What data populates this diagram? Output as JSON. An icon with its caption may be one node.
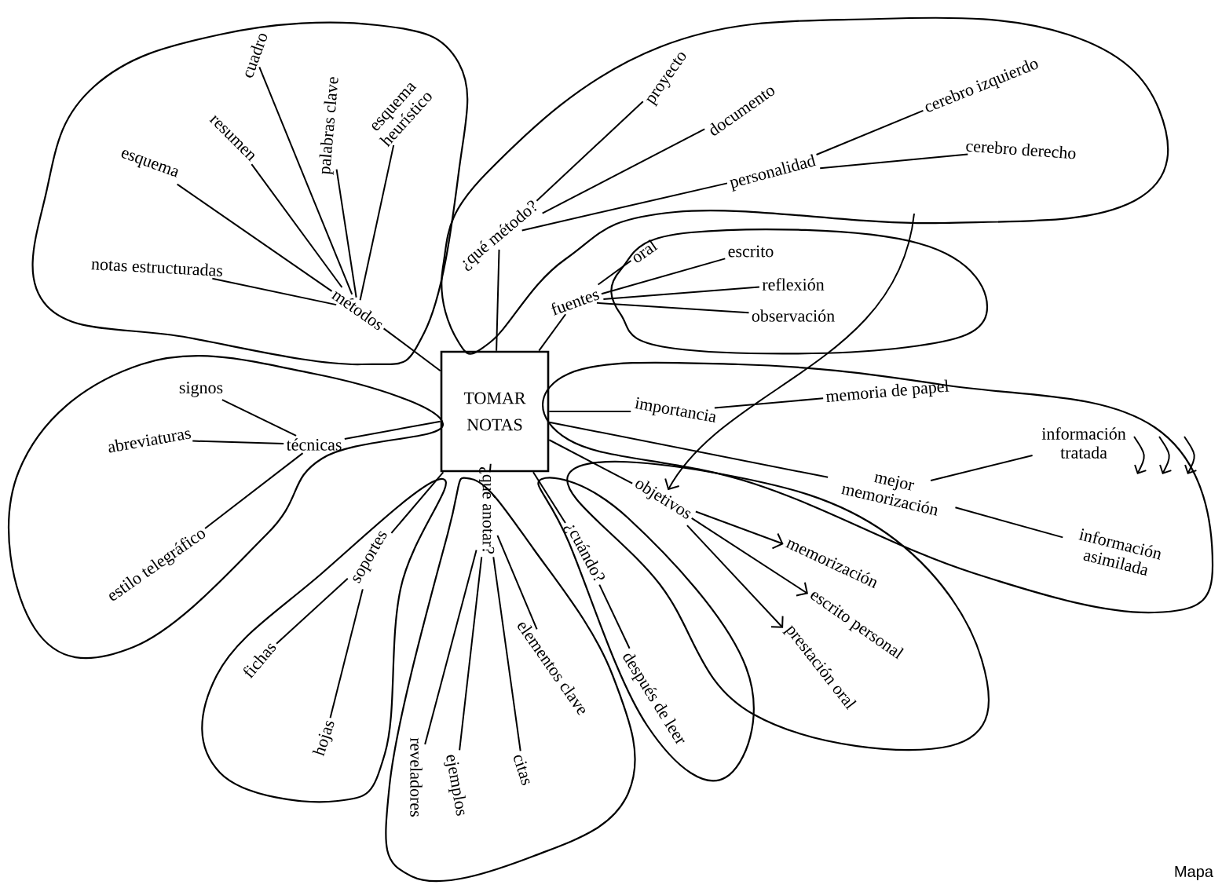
{
  "diagram": {
    "nodes": [
      {
        "text": [
          "TOMAR NOTAS"
        ]
      },
      {
        "text": [
          "métodos"
        ]
      },
      {
        "text": [
          "notas estructuradas"
        ]
      },
      {
        "text": [
          "esquema"
        ]
      },
      {
        "text": [
          "resumen"
        ]
      },
      {
        "text": [
          "cuadro"
        ]
      },
      {
        "text": [
          "palabras clave"
        ]
      },
      {
        "text": [
          "esquema heurístico"
        ]
      },
      {
        "text": [
          "¿qué método?"
        ]
      },
      {
        "text": [
          "proyecto"
        ]
      },
      {
        "text": [
          "documento"
        ]
      },
      {
        "text": [
          "personalidad"
        ]
      },
      {
        "text": [
          "cerebro izquierdo"
        ]
      },
      {
        "text": [
          "cerebro derecho"
        ]
      },
      {
        "text": [
          "fuentes"
        ]
      },
      {
        "text": [
          "oral"
        ]
      },
      {
        "text": [
          "escrito"
        ]
      },
      {
        "text": [
          "reflexión"
        ]
      },
      {
        "text": [
          "observación"
        ]
      },
      {
        "text": [
          "importancia"
        ]
      },
      {
        "text": [
          "memoria de papel"
        ]
      },
      {
        "text": [
          "mejor memorización"
        ]
      },
      {
        "text": [
          "información tratada"
        ]
      },
      {
        "text": [
          "información asimilada"
        ]
      },
      {
        "text": [
          "objetivos"
        ]
      },
      {
        "text": [
          "memorización"
        ]
      },
      {
        "text": [
          "escrito personal"
        ]
      },
      {
        "text": [
          "prestación oral"
        ]
      },
      {
        "text": [
          "¿cuándo?"
        ]
      },
      {
        "text": [
          "después de leer"
        ]
      },
      {
        "text": [
          "¿qué anotar?"
        ]
      },
      {
        "text": [
          "reveladores"
        ]
      },
      {
        "text": [
          "ejemplos"
        ]
      },
      {
        "text": [
          "citas"
        ]
      },
      {
        "text": [
          "elementos clave"
        ]
      },
      {
        "text": [
          "soportes"
        ]
      },
      {
        "text": [
          "fichas"
        ]
      },
      {
        "text": [
          "hojas"
        ]
      },
      {
        "text": [
          "técnicas"
        ]
      },
      {
        "text": [
          "signos"
        ]
      },
      {
        "text": [
          "abreviaturas"
        ]
      },
      {
        "text": [
          "estilo telegráfico"
        ]
      }
    ],
    "edges": [
      {
        "from": 0,
        "to": 1,
        "arrow": "none"
      },
      {
        "from": 1,
        "to": 2,
        "arrow": "none"
      },
      {
        "from": 1,
        "to": 3,
        "arrow": "none"
      },
      {
        "from": 1,
        "to": 4,
        "arrow": "none"
      },
      {
        "from": 1,
        "to": 5,
        "arrow": "none"
      },
      {
        "from": 1,
        "to": 6,
        "arrow": "none"
      },
      {
        "from": 1,
        "to": 7,
        "arrow": "none"
      },
      {
        "from": 0,
        "to": 8,
        "arrow": "none"
      },
      {
        "from": 8,
        "to": 9,
        "arrow": "none"
      },
      {
        "from": 8,
        "to": 10,
        "arrow": "none"
      },
      {
        "from": 8,
        "to": 11,
        "arrow": "none"
      },
      {
        "from": 11,
        "to": 12,
        "arrow": "none"
      },
      {
        "from": 11,
        "to": 13,
        "arrow": "none"
      },
      {
        "from": 0,
        "to": 14,
        "arrow": "none"
      },
      {
        "from": 14,
        "to": 15,
        "arrow": "none"
      },
      {
        "from": 14,
        "to": 16,
        "arrow": "none"
      },
      {
        "from": 14,
        "to": 17,
        "arrow": "none"
      },
      {
        "from": 14,
        "to": 18,
        "arrow": "none"
      },
      {
        "from": 0,
        "to": 19,
        "arrow": "none"
      },
      {
        "from": 19,
        "to": 20,
        "arrow": "none"
      },
      {
        "from": 0,
        "to": 21,
        "arrow": "none"
      },
      {
        "from": 21,
        "to": 22,
        "arrow": "none"
      },
      {
        "from": 21,
        "to": 23,
        "arrow": "none"
      },
      {
        "from": 0,
        "to": 24,
        "arrow": "none"
      },
      {
        "from": 24,
        "to": 25,
        "arrow": "to"
      },
      {
        "from": 24,
        "to": 26,
        "arrow": "to"
      },
      {
        "from": 24,
        "to": 27,
        "arrow": "to"
      },
      {
        "from": 0,
        "to": 28,
        "arrow": "none"
      },
      {
        "from": 28,
        "to": 29,
        "arrow": "none"
      },
      {
        "from": 0,
        "to": 30,
        "arrow": "none"
      },
      {
        "from": 30,
        "to": 31,
        "arrow": "none"
      },
      {
        "from": 30,
        "to": 32,
        "arrow": "none"
      },
      {
        "from": 30,
        "to": 33,
        "arrow": "none"
      },
      {
        "from": 30,
        "to": 34,
        "arrow": "none"
      },
      {
        "from": 0,
        "to": 35,
        "arrow": "none"
      },
      {
        "from": 35,
        "to": 36,
        "arrow": "none"
      },
      {
        "from": 35,
        "to": 37,
        "arrow": "none"
      },
      {
        "from": 0,
        "to": 38,
        "arrow": "none"
      },
      {
        "from": 38,
        "to": 39,
        "arrow": "none"
      },
      {
        "from": 38,
        "to": 40,
        "arrow": "none"
      },
      {
        "from": 38,
        "to": 41,
        "arrow": "none"
      },
      {
        "from": null,
        "to": 24,
        "arrow": "to"
      }
    ],
    "labels": [
      "Mapa"
    ]
  }
}
